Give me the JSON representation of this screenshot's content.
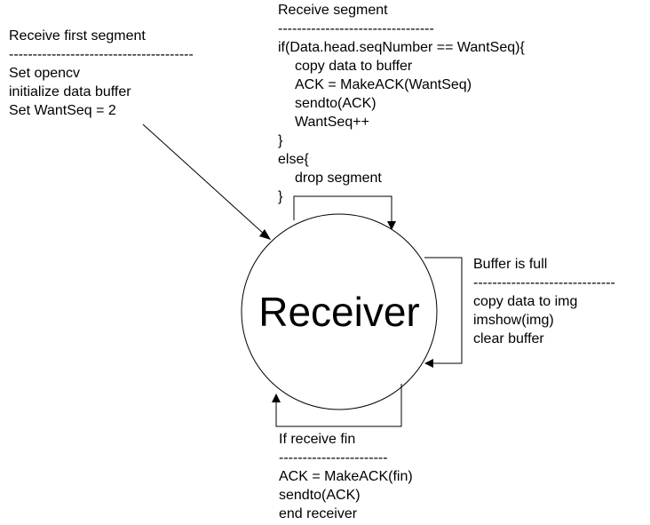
{
  "states": {
    "receiver": {
      "label": "Receiver"
    }
  },
  "notes": {
    "first_segment": {
      "lines": [
        "Receive first segment",
        "---------------------------------------",
        "Set opencv",
        "initialize data buffer",
        "Set WantSeq = 2"
      ]
    },
    "receive_segment": {
      "lines": [
        "Receive segment",
        "---------------------------------",
        "if(Data.head.seqNumber == WantSeq){",
        "copy data to buffer",
        "ACK = MakeACK(WantSeq)",
        "sendto(ACK)",
        "WantSeq++",
        "}",
        "else{",
        "drop segment",
        "}"
      ]
    },
    "buffer_full": {
      "lines": [
        "Buffer is full",
        "------------------------------",
        "copy data to img",
        "imshow(img)",
        "clear buffer"
      ]
    },
    "receive_fin": {
      "lines": [
        "If receive fin",
        "-----------------------",
        "ACK = MakeACK(fin)",
        "sendto(ACK)",
        "end receiver"
      ]
    }
  }
}
